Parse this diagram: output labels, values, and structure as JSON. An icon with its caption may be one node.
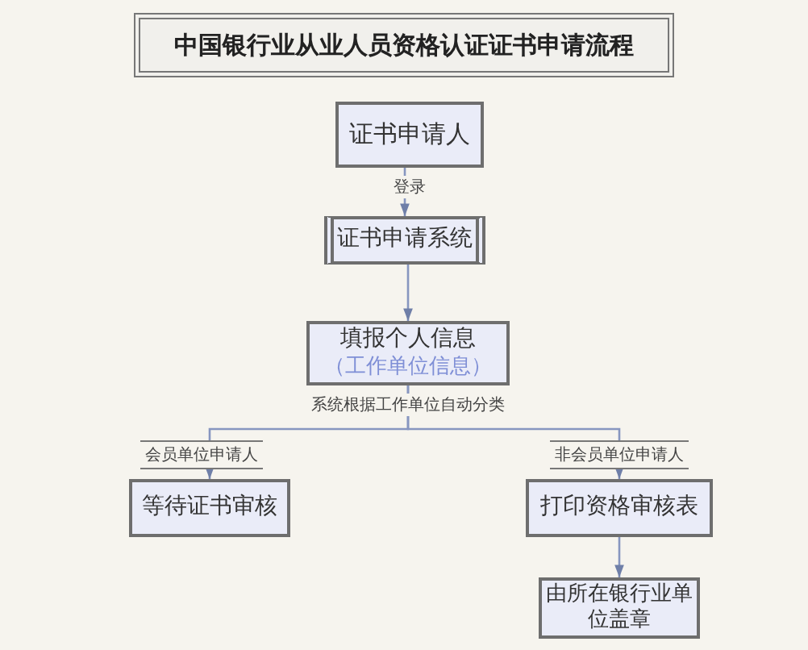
{
  "diagram": {
    "title": "中国银行业从业人员资格认证证书申请流程",
    "nodes": [
      {
        "text": [
          "证书申请人"
        ]
      },
      {
        "text": [
          "证书申请系统"
        ]
      },
      {
        "text": [
          "填报个人信息",
          "（工作单位信息）"
        ]
      },
      {
        "text": [
          "等待证书审核"
        ]
      },
      {
        "text": [
          "打印资格审核表"
        ]
      },
      {
        "text": [
          "由所在银行业单位盖章"
        ]
      }
    ],
    "edges": [
      {
        "from": 0,
        "to": 1,
        "arrow": "to",
        "label": "登录"
      },
      {
        "from": 1,
        "to": 2,
        "arrow": "to"
      },
      {
        "from": 2,
        "to": 3,
        "arrow": "to",
        "label": "会员单位申请人"
      },
      {
        "from": 2,
        "to": 4,
        "arrow": "to",
        "label": "非会员单位申请人"
      },
      {
        "from": 4,
        "to": 5,
        "arrow": "to"
      }
    ],
    "labels": [
      "系统根据工作单位自动分类"
    ]
  }
}
